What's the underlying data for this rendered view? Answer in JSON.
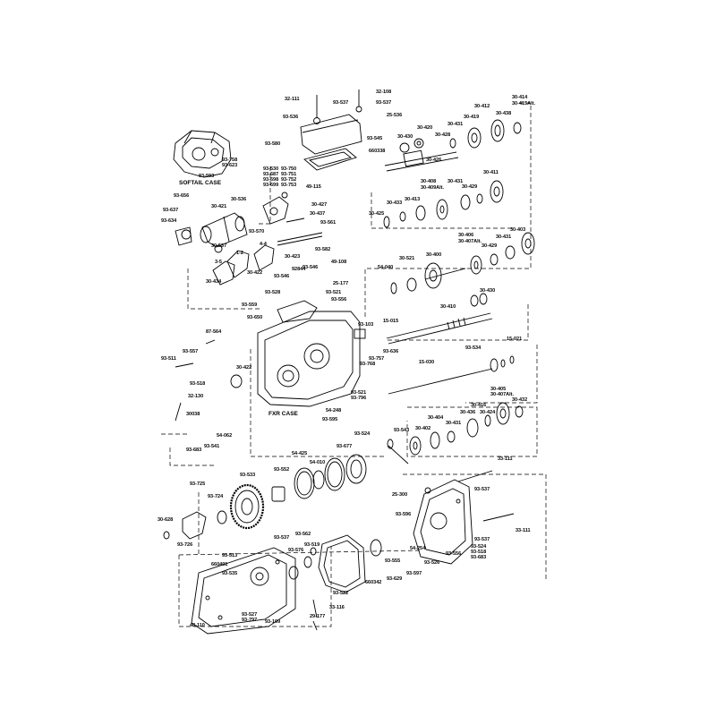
{
  "diagram": {
    "case_labels": {
      "softail": "SOFTAIL CASE",
      "fxr": "FXR CASE"
    },
    "labels": {
      "l_32_111_top": "32-111",
      "l_93_537_top": "93-537",
      "l_32_108": "32-108",
      "l_93_537_b": "93-537",
      "l_93_536": "93-536",
      "l_25_536": "25-536",
      "l_93_580": "93-580",
      "l_93_545": "93-545",
      "l_660338": "660338",
      "l_30_420": "30-420",
      "l_30_430": "30-430",
      "l_30_428": "30-428",
      "l_30_431a": "30-431",
      "l_30_419": "30-419",
      "l_30_412": "30-412",
      "l_30_438": "30-438",
      "l_30_414": "30-414",
      "l_30_415alt": "30-415Alt.",
      "l_30_426": "30-426",
      "l_93_758": "93-758",
      "l_93_623": "93-623",
      "l_93_593": "93-593",
      "l_93_530": "93-530",
      "l_93_750": "93-750",
      "l_93_687": "93-687",
      "l_93_751": "93-751",
      "l_93_698": "93-698",
      "l_93_752": "93-752",
      "l_93_699": "93-699",
      "l_93_753": "93-753",
      "l_30_408": "30-408",
      "l_30_409alt": "30-409Alt.",
      "l_30_431b": "30-431",
      "l_30_429a": "30-429",
      "l_30_411": "30-411",
      "l_49_115": "49-115",
      "l_93_656": "93-656",
      "l_93_637": "93-637",
      "l_93_634": "93-634",
      "l_30_421": "30-421",
      "l_30_536": "30-536",
      "l_30_427a": "30-427",
      "l_30_437": "30-437",
      "l_93_561": "93-561",
      "l_30_425": "30-425",
      "l_30_433": "30-433",
      "l_30_413": "30-413",
      "l_93_570": "93-570",
      "l_30_537": "30-537",
      "l_93_582": "93-582",
      "l_30_406": "30-406",
      "l_30_407alt": "30-407Alt.",
      "l_30_429b": "30-429",
      "l_30_431c": "30-431",
      "l_30_403": "30-403",
      "l_4_4": "4-4",
      "l_1_2": "1-2",
      "l_3_5": "3-5",
      "l_30_423": "30-423",
      "l_30_422": "30-422",
      "l_54_040": "54-040",
      "l_30_521": "30-521",
      "l_30_400": "30-400",
      "l_93_546a": "93-546",
      "l_49_108": "49-108",
      "l_93_546b": "93-546",
      "l_92844": "92844",
      "l_30_434": "30-434",
      "l_25_177": "25-177",
      "l_93_528": "93-528",
      "l_93_521a": "93-521",
      "l_93_556": "93-556",
      "l_30_430b": "30-430",
      "l_93_559": "93-559",
      "l_30_410": "30-410",
      "l_93_650": "93-650",
      "l_93_103": "93-103",
      "l_15_015": "15-015",
      "l_87_564": "87-564",
      "l_93_636": "93-636",
      "l_93_557": "93-557",
      "l_93_757": "93-757",
      "l_93_768": "93-768",
      "l_93_534": "93-534",
      "l_15_021": "15-021",
      "l_93_511": "93-511",
      "l_30_422b": "30-422",
      "l_15_030": "15-030",
      "l_93_518": "93-518",
      "l_32_130": "32-130",
      "l_93_521b": "93-521",
      "l_93_796": "93-796",
      "l_30_405": "30-405",
      "l_30_407alt2": "30-407Alt.",
      "l_30_432": "30-432",
      "l_30038": "30038",
      "l_54_248": "54-248",
      "l_93_595": "93-595",
      "l_30_404": "30-404",
      "l_30_416": "30-416",
      "l_30_431d": "30-431",
      "l_30_436": "30-436",
      "l_30_424": "30-424",
      "l_54_062": "54-062",
      "l_93_543": "93-543",
      "l_30_402": "30-402",
      "l_93_683": "93-683",
      "l_93_541": "93-541",
      "l_54_425": "54-425",
      "l_93_677": "93-677",
      "l_93_524a": "93-524",
      "l_54_010": "54-010",
      "l_93_725": "93-725",
      "l_93_533": "93-533",
      "l_93_552": "93-552",
      "l_93_724": "93-724",
      "l_33_111a": "33-111",
      "l_93_537c": "93-537",
      "l_25_300": "25-300",
      "l_93_596": "93-596",
      "l_30_628": "30-628",
      "l_93_726": "93-726",
      "l_93_537d": "93-537",
      "l_33_111b": "33-111",
      "l_93_537e": "93-537",
      "l_93_562": "93-562",
      "l_93_576": "93-576",
      "l_93_519": "93-519",
      "l_93_513": "93-513",
      "l_93_524b": "93-524",
      "l_93_518b": "93-518",
      "l_93_683b": "93-683",
      "l_660401": "660401",
      "l_93_535": "93-535",
      "l_93_555": "93-555",
      "l_54_254": "54-254",
      "l_93_526": "93-526",
      "l_93_556b": "93-556",
      "l_93_597": "93-597",
      "l_660342": "660342",
      "l_93_629": "93-629",
      "l_93_522": "93-522",
      "l_93_527": "93-527",
      "l_93_797": "93-797",
      "l_93_109": "93-109",
      "l_33_116": "33-116",
      "l_29_177": "29-177",
      "l_48_110": "48-110"
    }
  }
}
